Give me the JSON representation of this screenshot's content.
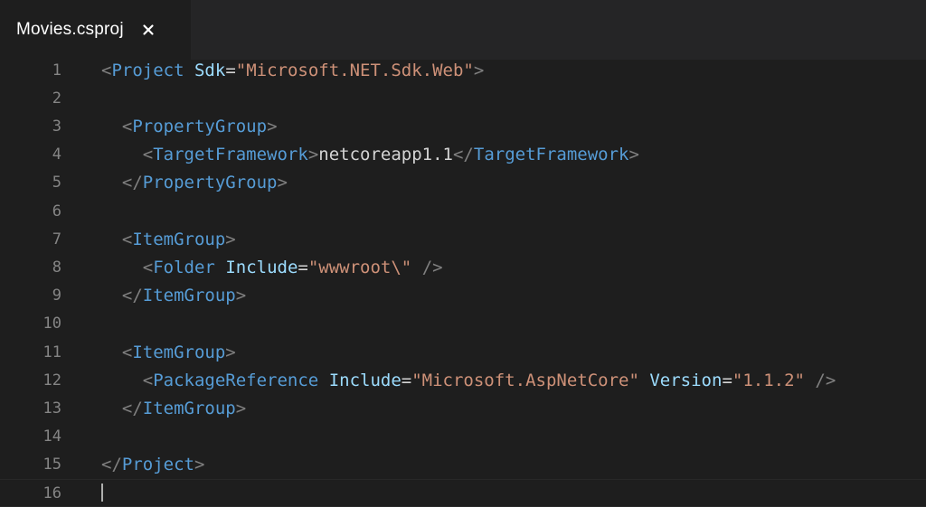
{
  "tab": {
    "title": "Movies.csproj",
    "close_icon": "close-icon"
  },
  "editor": {
    "colors": {
      "background": "#1e1e1e",
      "punctuation": "#808080",
      "tag": "#569cd6",
      "attribute": "#9cdcfe",
      "string": "#ce9178",
      "text": "#d4d4d4",
      "line_number": "#858585"
    },
    "lines": [
      {
        "n": "1",
        "indent": "",
        "tokens": [
          [
            "p",
            "<"
          ],
          [
            "t",
            "Project"
          ],
          [
            "x",
            " "
          ],
          [
            "a",
            "Sdk"
          ],
          [
            "x",
            "="
          ],
          [
            "v",
            "\"Microsoft.NET.Sdk.Web\""
          ],
          [
            "p",
            ">"
          ]
        ]
      },
      {
        "n": "2",
        "indent": "",
        "tokens": []
      },
      {
        "n": "3",
        "indent": "  ",
        "tokens": [
          [
            "p",
            "<"
          ],
          [
            "t",
            "PropertyGroup"
          ],
          [
            "p",
            ">"
          ]
        ]
      },
      {
        "n": "4",
        "indent": "    ",
        "tokens": [
          [
            "p",
            "<"
          ],
          [
            "t",
            "TargetFramework"
          ],
          [
            "p",
            ">"
          ],
          [
            "x",
            "netcoreapp1.1"
          ],
          [
            "p",
            "</"
          ],
          [
            "t",
            "TargetFramework"
          ],
          [
            "p",
            ">"
          ]
        ]
      },
      {
        "n": "5",
        "indent": "  ",
        "tokens": [
          [
            "p",
            "</"
          ],
          [
            "t",
            "PropertyGroup"
          ],
          [
            "p",
            ">"
          ]
        ]
      },
      {
        "n": "6",
        "indent": "",
        "tokens": []
      },
      {
        "n": "7",
        "indent": "  ",
        "tokens": [
          [
            "p",
            "<"
          ],
          [
            "t",
            "ItemGroup"
          ],
          [
            "p",
            ">"
          ]
        ]
      },
      {
        "n": "8",
        "indent": "    ",
        "tokens": [
          [
            "p",
            "<"
          ],
          [
            "t",
            "Folder"
          ],
          [
            "x",
            " "
          ],
          [
            "a",
            "Include"
          ],
          [
            "x",
            "="
          ],
          [
            "v",
            "\"wwwroot\\\""
          ],
          [
            "x",
            " "
          ],
          [
            "p",
            "/>"
          ]
        ]
      },
      {
        "n": "9",
        "indent": "  ",
        "tokens": [
          [
            "p",
            "</"
          ],
          [
            "t",
            "ItemGroup"
          ],
          [
            "p",
            ">"
          ]
        ]
      },
      {
        "n": "10",
        "indent": "",
        "tokens": []
      },
      {
        "n": "11",
        "indent": "  ",
        "tokens": [
          [
            "p",
            "<"
          ],
          [
            "t",
            "ItemGroup"
          ],
          [
            "p",
            ">"
          ]
        ]
      },
      {
        "n": "12",
        "indent": "    ",
        "tokens": [
          [
            "p",
            "<"
          ],
          [
            "t",
            "PackageReference"
          ],
          [
            "x",
            " "
          ],
          [
            "a",
            "Include"
          ],
          [
            "x",
            "="
          ],
          [
            "v",
            "\"Microsoft.AspNetCore\""
          ],
          [
            "x",
            " "
          ],
          [
            "a",
            "Version"
          ],
          [
            "x",
            "="
          ],
          [
            "v",
            "\"1.1.2\""
          ],
          [
            "x",
            " "
          ],
          [
            "p",
            "/>"
          ]
        ]
      },
      {
        "n": "13",
        "indent": "  ",
        "tokens": [
          [
            "p",
            "</"
          ],
          [
            "t",
            "ItemGroup"
          ],
          [
            "p",
            ">"
          ]
        ]
      },
      {
        "n": "14",
        "indent": "",
        "tokens": []
      },
      {
        "n": "15",
        "indent": "",
        "tokens": [
          [
            "p",
            "</"
          ],
          [
            "t",
            "Project"
          ],
          [
            "p",
            ">"
          ]
        ]
      },
      {
        "n": "16",
        "indent": "",
        "tokens": []
      }
    ]
  }
}
